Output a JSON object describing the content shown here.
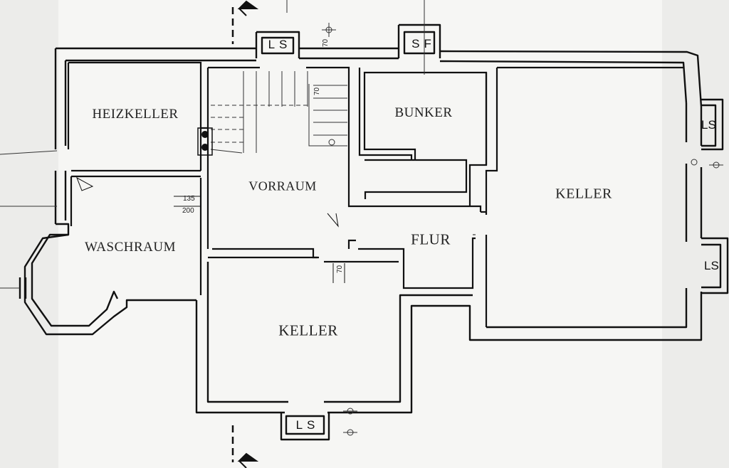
{
  "rooms": {
    "heizkeller": "HEIZKELLER",
    "vorraum": "VORRAUM",
    "bunker": "BUNKER",
    "keller_right": "KELLER",
    "flur": "FLUR",
    "waschraum": "WASCHRAUM",
    "keller_bottom": "KELLER"
  },
  "windows": {
    "top_left": "LS",
    "top_mid": "SF",
    "right_upper": "LS",
    "right_lower": "LS",
    "bottom": "LS"
  },
  "dimensions": {
    "top_70": "70",
    "stair_70": "70",
    "door_135": "135",
    "door_200": "200",
    "door_70_mid": "70"
  },
  "colors": {
    "wall": "#111111",
    "paper": "#f6f6f4"
  }
}
